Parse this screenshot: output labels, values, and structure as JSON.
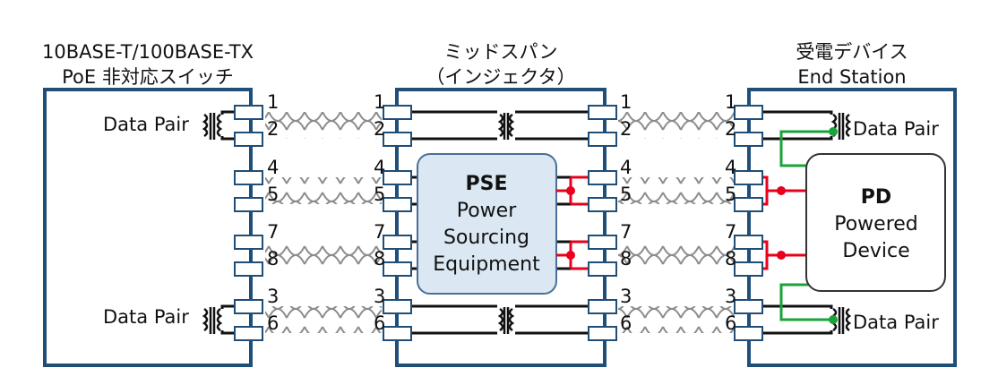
{
  "colors": {
    "frame": "#1f4e79",
    "wire": "#111111",
    "twist": "#8c8c8c",
    "pse_fill": "#dbe8f3",
    "pse_stroke": "#4a6f96",
    "pd_fill": "#ffffff",
    "pd_stroke": "#333333",
    "power_red": "#e8001c",
    "signal_green": "#1aa33a"
  },
  "switch": {
    "title_line1": "10BASE-T/100BASE-TX",
    "title_line2": "PoE 非対応スイッチ",
    "data_pair_top": "Data Pair",
    "data_pair_bottom": "Data Pair"
  },
  "midspan": {
    "title_line1": "ミッドスパン",
    "title_line2": "（インジェクタ）",
    "pse_line1": "PSE",
    "pse_line2": "Power",
    "pse_line3": "Sourcing",
    "pse_line4": "Equipment"
  },
  "endstation": {
    "title_line1": "受電デバイス",
    "title_line2": "End Station",
    "data_pair_top": "Data Pair",
    "data_pair_bottom": "Data Pair",
    "pd_line1": "PD",
    "pd_line2": "Powered",
    "pd_line3": "Device"
  },
  "pins": [
    "1",
    "2",
    "4",
    "5",
    "7",
    "8",
    "3",
    "6"
  ],
  "icons": [
    "transformer-icon",
    "twisted-pair-icon",
    "connector-pin-icon",
    "junction-dot-icon"
  ]
}
